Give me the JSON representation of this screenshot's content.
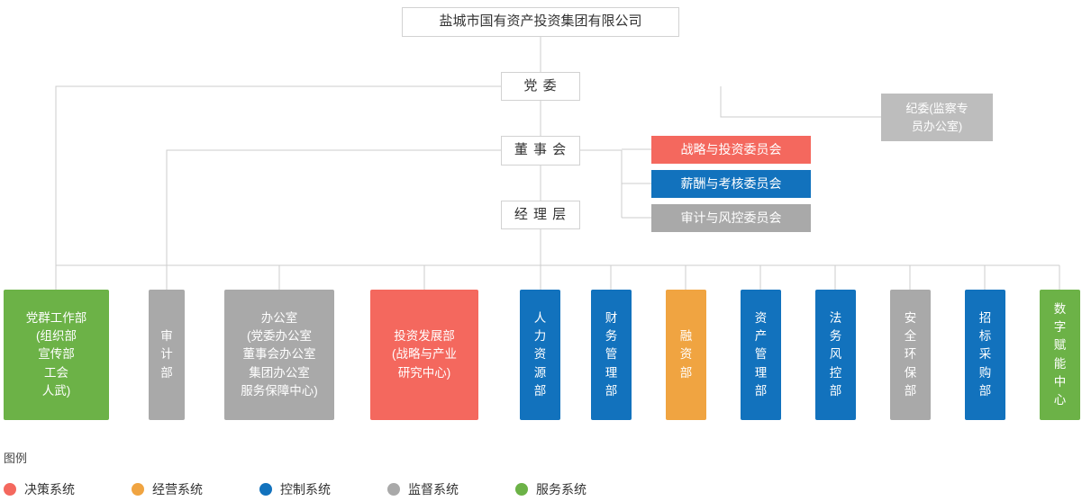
{
  "title": "盐城市国有资产投资集团有限公司",
  "top_nodes": [
    {
      "id": "root",
      "label": "盐城市国有资产投资集团有限公司"
    },
    {
      "id": "party",
      "label": "党 委"
    },
    {
      "id": "board",
      "label": "董 事 会"
    },
    {
      "id": "mgmt",
      "label": "经 理 层"
    },
    {
      "id": "discipline",
      "label": "纪委(监察专\n员办公室)"
    }
  ],
  "committees": [
    {
      "label": "战略与投资委员会",
      "color": "red"
    },
    {
      "label": "薪酬与考核委员会",
      "color": "blue"
    },
    {
      "label": "审计与风控委员会",
      "color": "gray"
    }
  ],
  "departments": [
    {
      "label": "党群工作部\n(组织部\n宣传部\n工会\n人武)",
      "color": "green"
    },
    {
      "label": "审\n计\n部",
      "color": "gray"
    },
    {
      "label": "办公室\n(党委办公室\n董事会办公室\n集团办公室\n服务保障中心)",
      "color": "gray"
    },
    {
      "label": "投资发展部\n(战略与产业\n研究中心)",
      "color": "red"
    },
    {
      "label": "人\n力\n资\n源\n部",
      "color": "blue"
    },
    {
      "label": "财\n务\n管\n理\n部",
      "color": "blue"
    },
    {
      "label": "融\n资\n部",
      "color": "orange"
    },
    {
      "label": "资\n产\n管\n理\n部",
      "color": "blue"
    },
    {
      "label": "法\n务\n风\n控\n部",
      "color": "blue"
    },
    {
      "label": "安\n全\n环\n保\n部",
      "color": "gray"
    },
    {
      "label": "招\n标\n采\n购\n部",
      "color": "blue"
    },
    {
      "label": "数\n字\n赋\n能\n中\n心",
      "color": "green"
    }
  ],
  "legend": {
    "title": "图例",
    "items": [
      {
        "label": "决策系统",
        "color": "#f4685e"
      },
      {
        "label": "经营系统",
        "color": "#f0a441"
      },
      {
        "label": "控制系统",
        "color": "#1272bd"
      },
      {
        "label": "监督系统",
        "color": "#a9a9a9"
      },
      {
        "label": "服务系统",
        "color": "#6cb247"
      }
    ]
  },
  "colors": {
    "red": "#f4685e",
    "orange": "#f0a441",
    "blue": "#1272bd",
    "gray": "#a9a9a9",
    "green": "#6cb247",
    "line": "#cccccc"
  }
}
